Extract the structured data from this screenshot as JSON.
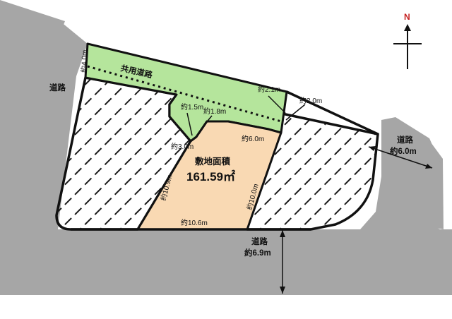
{
  "compass": {
    "label": "N"
  },
  "lot": {
    "area_title": "敷地面積",
    "area_value": "161.59㎡"
  },
  "shared_road": {
    "label": "共用道路"
  },
  "roads": {
    "west": "道路",
    "east_name": "道路",
    "east_width": "約6.0m",
    "south_name": "道路",
    "south_width": "約6.9m"
  },
  "dimensions": {
    "shared_road_width_west": "約4.0m",
    "shared_road_width_east": "約2.1m",
    "east_offset": "約2.0m",
    "notch_west": "約1.5m",
    "notch_top": "約1.8m",
    "lot_west_top": "約3.0m",
    "lot_east_top": "約6.0m",
    "lot_west_side": "約10.9m",
    "lot_east_side": "約10.0m",
    "lot_south": "約10.6m"
  },
  "colors": {
    "road": "#a6a6a6",
    "shared_road": "#b5e59c",
    "lot": "#f9d9b3",
    "hatch": "#1a1a1a",
    "compass_n": "#c41e1e"
  }
}
